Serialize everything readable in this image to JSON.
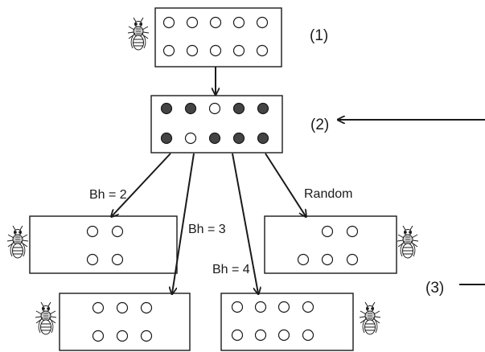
{
  "steps": {
    "step1_label": "(1)",
    "step2_label": "(2)",
    "step3_label": "(3)"
  },
  "branches": {
    "bh2": "Bh = 2",
    "bh3": "Bh = 3",
    "bh4": "Bh = 4",
    "random": "Random"
  },
  "plates": {
    "top": {
      "rows": [
        [
          "o",
          "o",
          "o",
          "o",
          "o"
        ],
        [
          "o",
          "o",
          "o",
          "o",
          "o"
        ]
      ]
    },
    "middle": {
      "rows": [
        [
          "f",
          "f",
          "o",
          "f",
          "f"
        ],
        [
          "f",
          "o",
          "f",
          "f",
          "f"
        ]
      ]
    },
    "bh2": {
      "rows": [
        [
          "o",
          "o"
        ],
        [
          "o",
          "o"
        ]
      ]
    },
    "bh3": {
      "rows": [
        [
          "o",
          "o",
          "o"
        ],
        [
          "o",
          "o",
          "o"
        ]
      ]
    },
    "bh4": {
      "rows": [
        [
          "o",
          "o",
          "o",
          "o"
        ],
        [
          "o",
          "o",
          "o",
          "o"
        ]
      ]
    },
    "random": {
      "rows": [
        [
          "o",
          "o"
        ],
        [
          "o",
          "o",
          "o"
        ]
      ]
    }
  },
  "colors": {
    "ink": "#1a1a1a",
    "filled_well": "#444444",
    "open_well": "#ffffff"
  },
  "icons": [
    "fly-icon"
  ]
}
